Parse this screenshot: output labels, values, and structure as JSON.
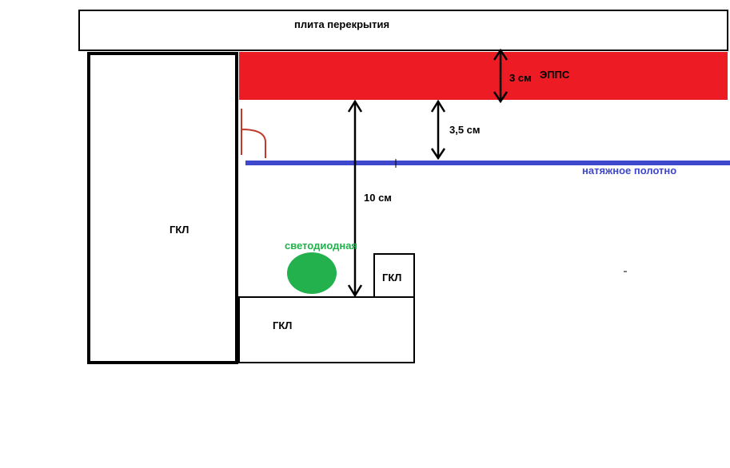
{
  "labels": {
    "slab": "плита перекрытия",
    "epps": "ЭППС",
    "dim_3cm": "3 см",
    "dim_35cm": "3,5 см",
    "dim_10cm": "10 см",
    "stretch_ceiling": "натяжное полотно",
    "gkl_left": "ГКЛ",
    "gkl_small": "ГКЛ",
    "gkl_bottom": "ГКЛ",
    "led": "светодиодная"
  },
  "colors": {
    "epps": "#ed1c24",
    "stretch_ceiling": "#3f48cc",
    "led": "#22b14c",
    "hook": "#c0392b",
    "line": "#000000"
  }
}
